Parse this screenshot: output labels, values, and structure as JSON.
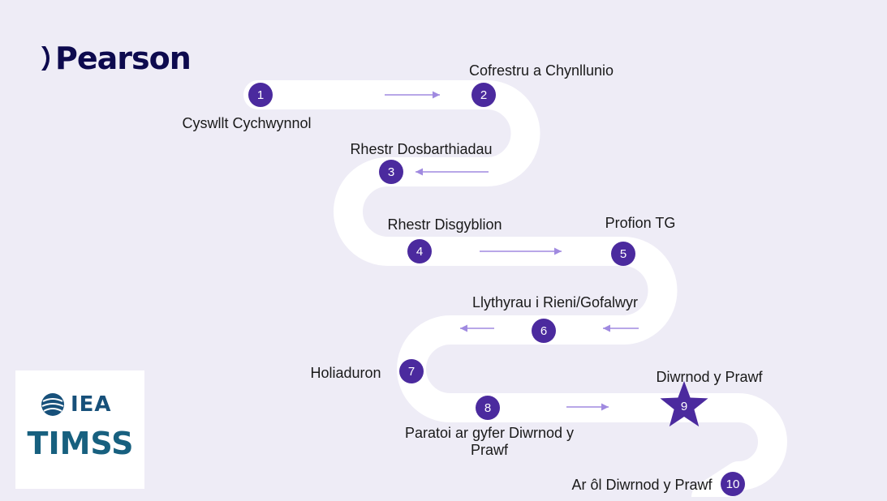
{
  "brand": {
    "name": "Pearson",
    "partner_top": "IEA",
    "partner_bottom": "TIMSS"
  },
  "colors": {
    "accent": "#4b2a9e",
    "road": "#ffffff",
    "arrow": "#a08ae0",
    "background": "#eeecf6",
    "logo": "#0d0a4e",
    "timss": "#17607f"
  },
  "steps": [
    {
      "number": "1",
      "label": "Cyswllt Cychwynnol",
      "marker": "circle"
    },
    {
      "number": "2",
      "label": "Cofrestru a Chynllunio",
      "marker": "circle"
    },
    {
      "number": "3",
      "label": "Rhestr Dosbarthiadau",
      "marker": "circle"
    },
    {
      "number": "4",
      "label": "Rhestr Disgyblion",
      "marker": "circle"
    },
    {
      "number": "5",
      "label": "Profion TG",
      "marker": "circle"
    },
    {
      "number": "6",
      "label": "Llythyrau i Rieni/Gofalwyr",
      "marker": "circle"
    },
    {
      "number": "7",
      "label": "Holiaduron",
      "marker": "circle"
    },
    {
      "number": "8",
      "label": "Paratoi ar gyfer Diwrnod y\nPrawf",
      "marker": "circle"
    },
    {
      "number": "9",
      "label": "Diwrnod y Prawf",
      "marker": "star"
    },
    {
      "number": "10",
      "label": "Ar ôl Diwrnod y Prawf",
      "marker": "circle"
    }
  ]
}
